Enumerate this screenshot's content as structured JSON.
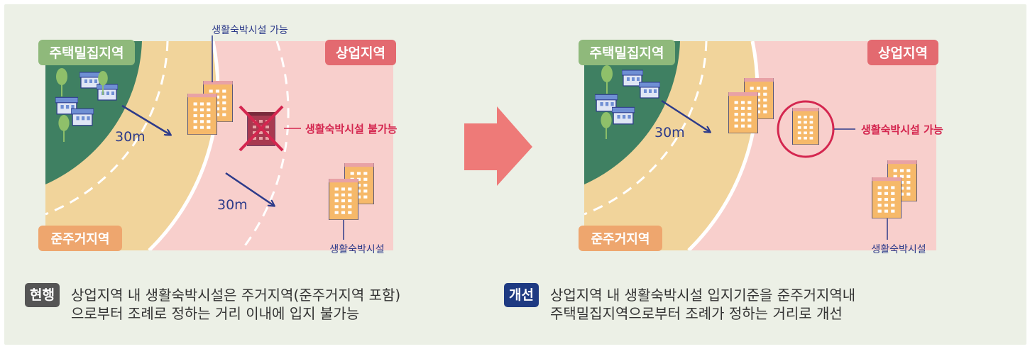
{
  "before": {
    "residential_label": "주택밀집지역",
    "commercial_label": "상업지역",
    "semi_residential_label": "준주거지역",
    "top_callout": "생활숙박시설 가능",
    "side_callout": "생활숙박시설 불가능",
    "bottom_callout": "생활숙박시설",
    "distance_1": "30m",
    "distance_2": "30m"
  },
  "after": {
    "residential_label": "주택밀집지역",
    "commercial_label": "상업지역",
    "semi_residential_label": "준주거지역",
    "side_callout": "생활숙박시설 가능",
    "bottom_callout": "생활숙박시설",
    "distance_1": "30m"
  },
  "captions": {
    "current": {
      "badge": "현행",
      "line1": "상업지역 내 생활숙박시설은 주거지역(준주거지역 포함)",
      "line2": "으로부터 조례로 정하는 거리 이내에 입지 불가능"
    },
    "improved": {
      "badge": "개선",
      "line1": "상업지역 내 생활숙박시설 입지기준을 준주거지역내",
      "line2": "주택밀집지역으로부터 조례가 정하는 거리로 개선"
    }
  },
  "colors": {
    "panel_bg": "#ecf0e6",
    "commercial": "#f8cfcc",
    "semi_residential": "#f1d49b",
    "residential": "#3f8062",
    "residential_label_bg": "#8fb97b",
    "commercial_label_bg": "#e36a70",
    "semi_label_bg": "#eea66e",
    "arrow_navy": "#2d3b8a",
    "accent_red": "#d4264f",
    "badge_current": "#555555",
    "badge_improved": "#1e3a82",
    "big_arrow": "#ee7a78",
    "building": "#f6b96a"
  }
}
